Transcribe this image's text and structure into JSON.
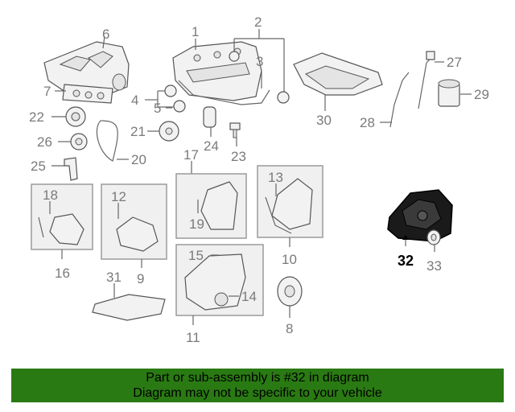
{
  "banner": {
    "line1": "Part or sub-assembly is #32 in diagram",
    "line2": "Diagram may not be specific to your vehicle"
  },
  "colors": {
    "banner_bg": "#2a7a13",
    "label_gray": "#7a7a7a",
    "highlight": "#000000"
  },
  "callouts": {
    "c1": "1",
    "c2": "2",
    "c3": "3",
    "c4": "4",
    "c5": "5",
    "c6": "6",
    "c7": "7",
    "c8": "8",
    "c9": "9",
    "c10": "10",
    "c11": "11",
    "c12": "12",
    "c13": "13",
    "c14": "14",
    "c15": "15",
    "c16": "16",
    "c17": "17",
    "c18": "18",
    "c19": "19",
    "c20": "20",
    "c21": "21",
    "c22": "22",
    "c23": "23",
    "c24": "24",
    "c25": "25",
    "c26": "26",
    "c27": "27",
    "c28": "28",
    "c29": "29",
    "c30": "30",
    "c31": "31",
    "c32": "32",
    "c33": "33"
  },
  "highlighted_part": "32"
}
